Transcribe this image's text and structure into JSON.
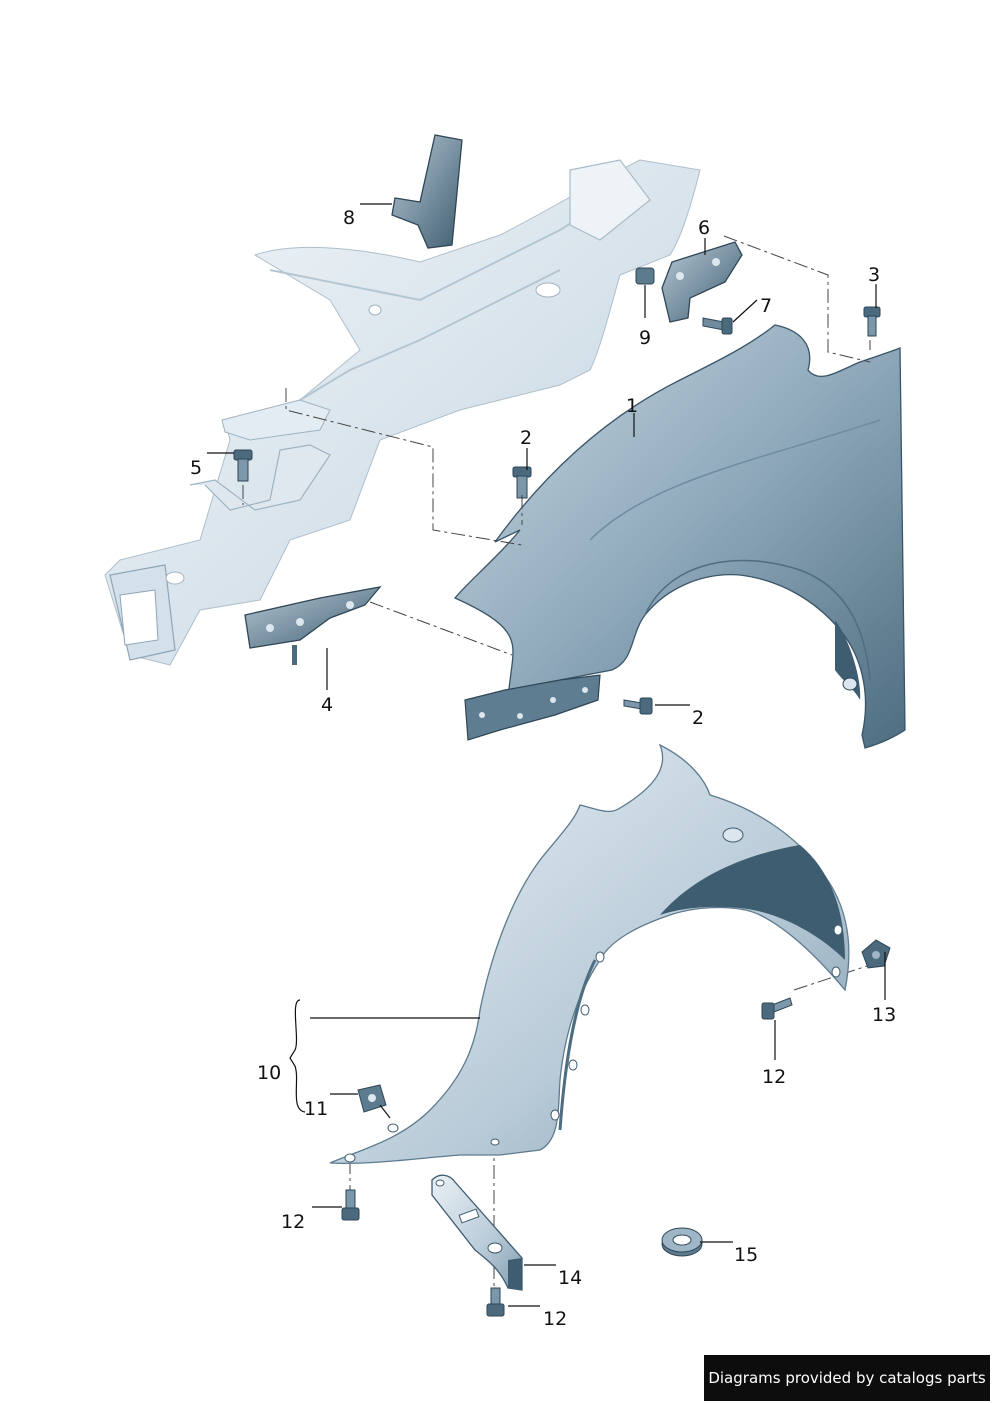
{
  "callouts": {
    "c1": "1",
    "c2a": "2",
    "c2b": "2",
    "c3": "3",
    "c4": "4",
    "c5": "5",
    "c6": "6",
    "c7": "7",
    "c8": "8",
    "c9": "9",
    "c10": "10",
    "c11": "11",
    "c12a": "12",
    "c12b": "12",
    "c12c": "12",
    "c13": "13",
    "c14": "14",
    "c15": "15"
  },
  "footer": {
    "text": "Diagrams provided by catalogs parts"
  },
  "colors": {
    "part_light": "#dbe6ef",
    "part_mid": "#9fb6c7",
    "part_dark": "#3f5d70",
    "frame_light": "#e8eff5",
    "frame_mid": "#c4d3df",
    "background": "#ffffff",
    "footer_bg": "#0d0d0d"
  }
}
